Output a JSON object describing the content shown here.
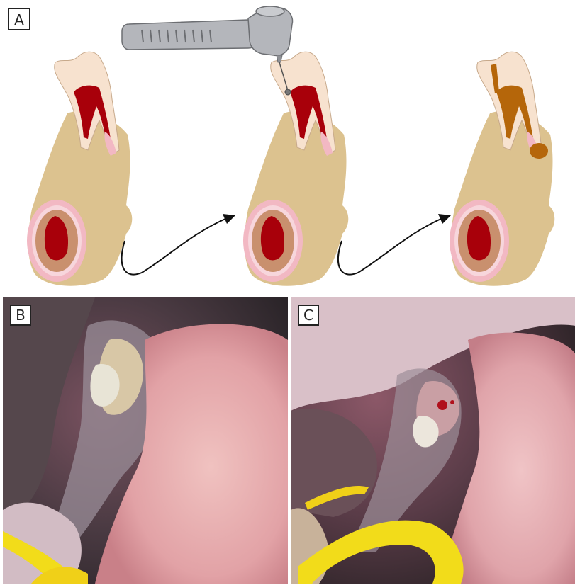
{
  "figure": {
    "panel_labels": {
      "a": "A",
      "b": "B",
      "c": "C"
    },
    "colors": {
      "bone": "#dcc28f",
      "enamel": "#f7e2cf",
      "pulp": "#a8000a",
      "gum_pink": "#f2b8c3",
      "marrow_ring": "#c9906e",
      "lesion": "#b5660a",
      "instrument": "#b4b6bb",
      "arrow": "#111111",
      "photo_tongue": "#e8aeb0",
      "photo_yellow": "#f2dc1a"
    },
    "icons": [
      "dental-drill-icon",
      "tooth-icon",
      "arrow-icon"
    ]
  }
}
